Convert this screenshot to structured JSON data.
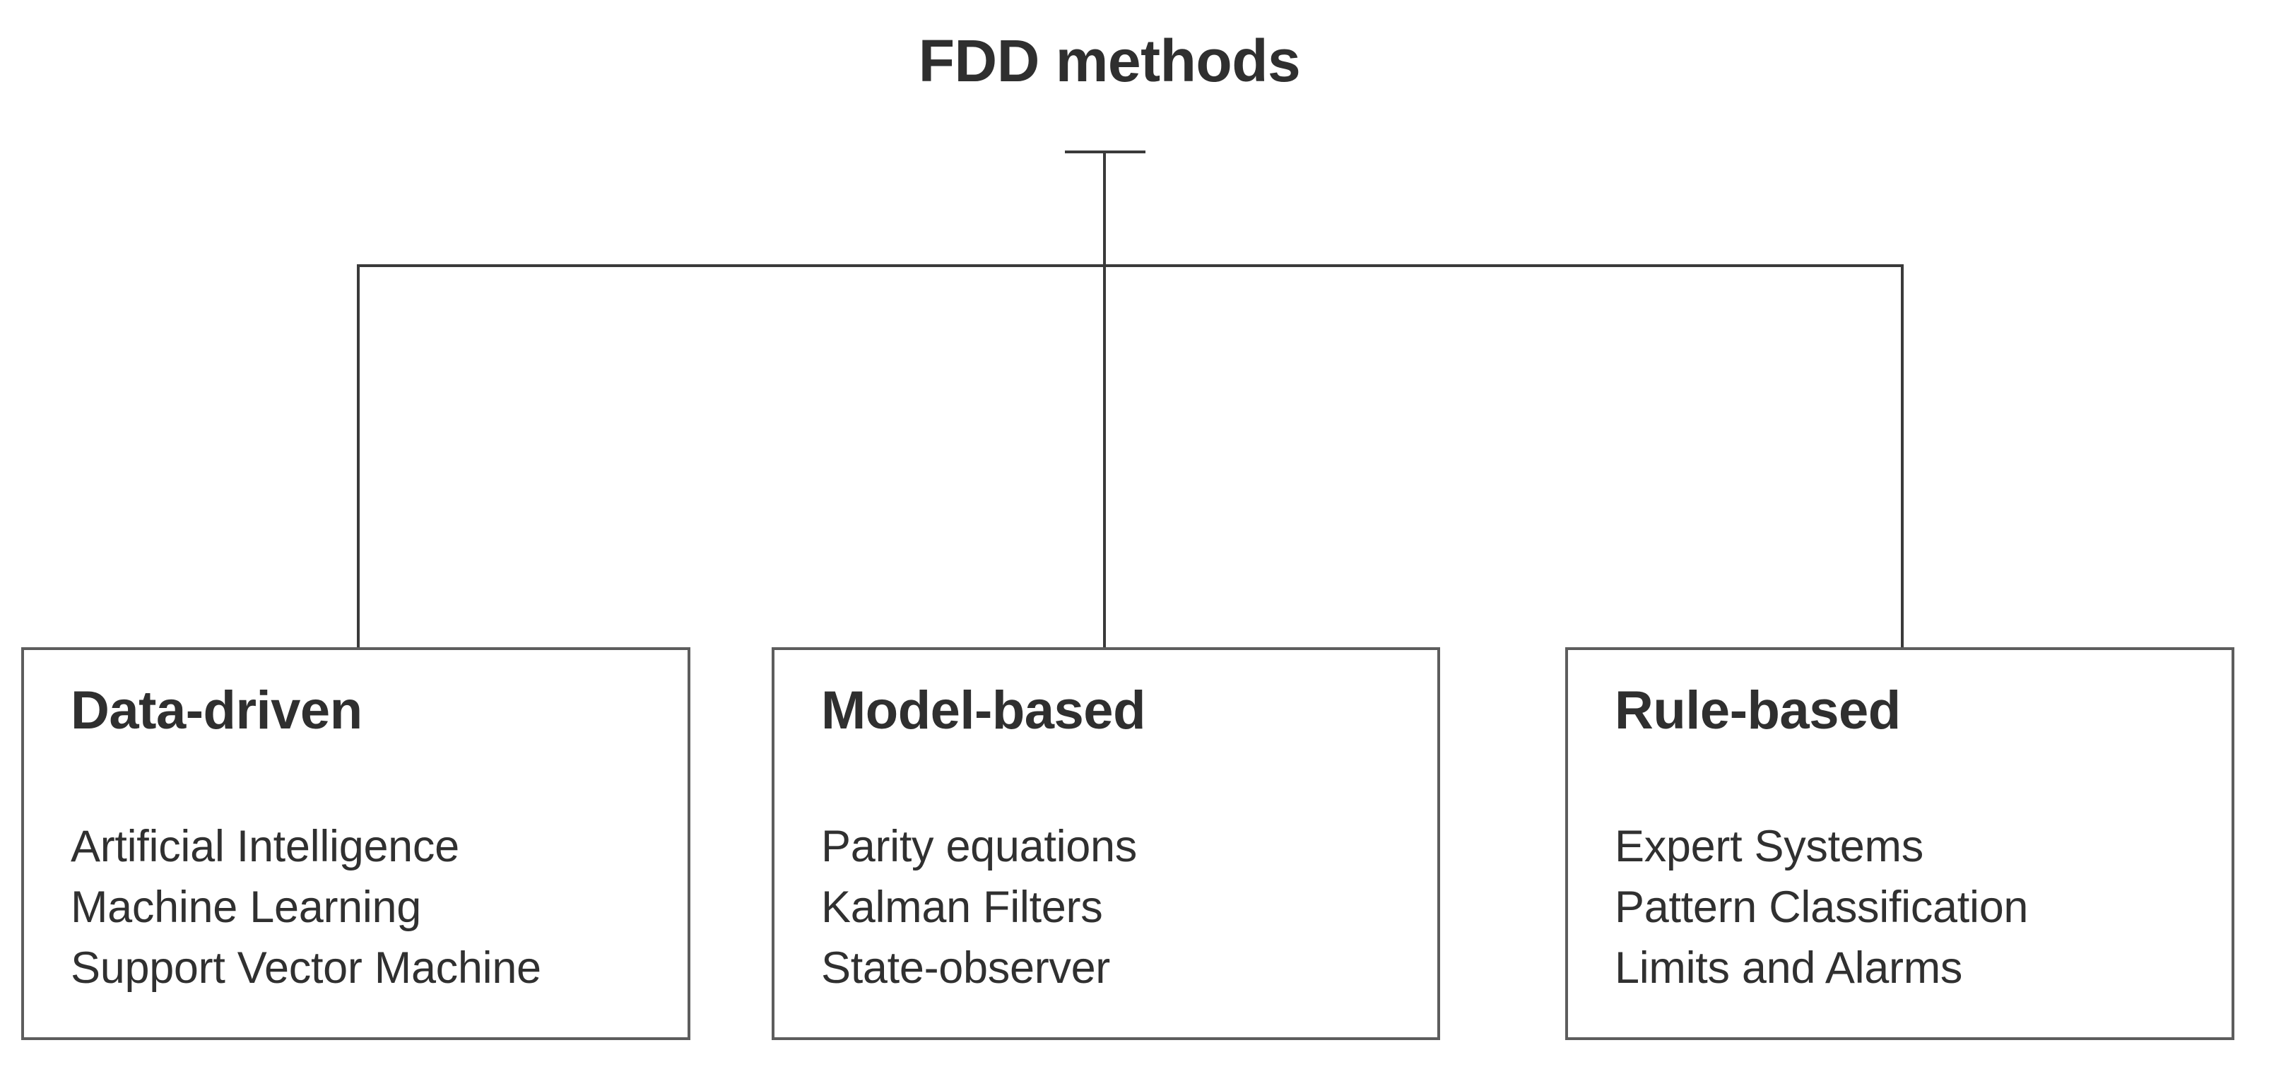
{
  "diagram": {
    "type": "hierarchy-tree",
    "root": {
      "label": "FDD methods"
    },
    "colors": {
      "text": "#2f2f2f",
      "list_text": "#303030",
      "box_border": "#5d5d5d",
      "connector": "#3a3a3a",
      "background": "#ffffff"
    },
    "nodes": [
      {
        "title": "Data-driven",
        "items": [
          "Artificial Intelligence",
          "Machine Learning",
          "Support Vector Machine"
        ]
      },
      {
        "title": "Model-based",
        "items": [
          "Parity equations",
          "Kalman Filters",
          "State-observer"
        ]
      },
      {
        "title": "Rule-based",
        "items": [
          "Expert Systems",
          "Pattern Classification",
          "Limits and Alarms"
        ]
      }
    ]
  }
}
